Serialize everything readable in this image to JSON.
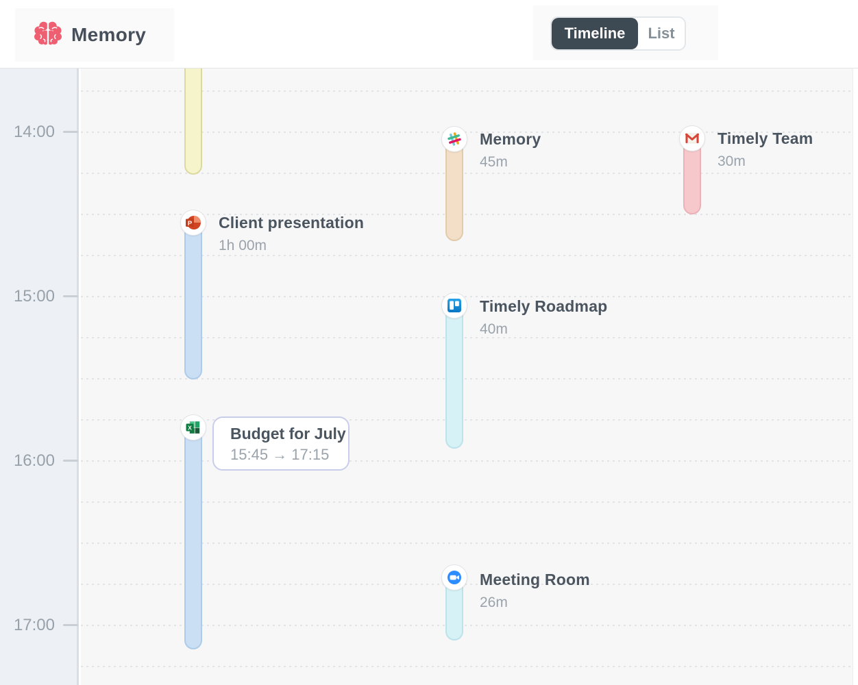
{
  "header": {
    "app_name": "Memory",
    "brand_color": "#ee5f72",
    "toggle": {
      "timeline_label": "Timeline",
      "list_label": "List",
      "selected": "Timeline",
      "active_bg": "#3d4953"
    }
  },
  "timeline": {
    "hour_labels": [
      "14:00",
      "15:00",
      "16:00",
      "17:00"
    ],
    "entries": [
      {
        "name": "untracked-early",
        "title": "",
        "duration": "",
        "icon": "none",
        "bar": {
          "fill": "#f6f4ca",
          "border": "#dbd8a0"
        }
      },
      {
        "name": "memory",
        "title": "Memory",
        "duration": "45m",
        "icon": "slack-icon",
        "bar": {
          "fill": "#f3dfc7",
          "border": "#e1cbab"
        }
      },
      {
        "name": "timely-team",
        "title": "Timely Team",
        "duration": "30m",
        "icon": "gmail-icon",
        "bar": {
          "fill": "#f6c8cc",
          "border": "#eab2b7"
        }
      },
      {
        "name": "client-presentation",
        "title": "Client presentation",
        "duration": "1h 00m",
        "icon": "powerpoint-icon",
        "bar": {
          "fill": "#cadff4",
          "border": "#aecbea"
        }
      },
      {
        "name": "timely-roadmap",
        "title": "Timely Roadmap",
        "duration": "40m",
        "icon": "trello-icon",
        "bar": {
          "fill": "#d6f2f6",
          "border": "#bde2e9"
        }
      },
      {
        "name": "budget-for-july",
        "title": "Budget for July",
        "time_range": "15:45 → 17:15",
        "icon": "excel-icon",
        "bar": {
          "fill": "#cadff4",
          "border": "#aecbea"
        }
      },
      {
        "name": "meeting-room",
        "title": "Meeting Room",
        "duration": "26m",
        "icon": "zoom-icon",
        "bar": {
          "fill": "#d6f2f6",
          "border": "#bde2e9"
        }
      }
    ]
  }
}
